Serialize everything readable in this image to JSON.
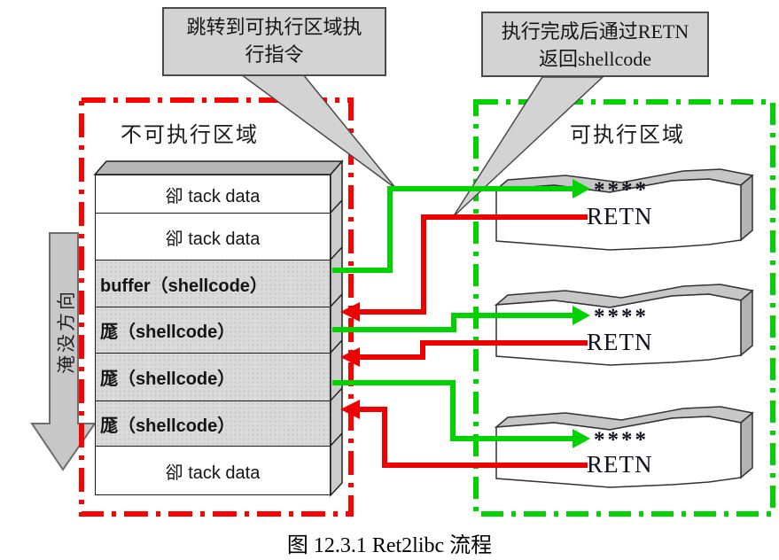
{
  "callouts": [
    {
      "line1": "跳转到可执行区域执",
      "line2": "行指令"
    },
    {
      "line1": "执行完成后通过RETN",
      "line2": "返回shellcode"
    }
  ],
  "regions": {
    "non_executable": {
      "label": "不可执行区域"
    },
    "executable": {
      "label": "可执行区域"
    }
  },
  "stack": {
    "rows": [
      {
        "label": "卻 tack data",
        "type": "data"
      },
      {
        "label": "卻 tack data",
        "type": "data"
      },
      {
        "label": "buffer（shellcode）",
        "type": "shellcode"
      },
      {
        "label": "厖（shellcode）",
        "type": "shellcode"
      },
      {
        "label": "厖（shellcode）",
        "type": "shellcode"
      },
      {
        "label": "厖（shellcode）",
        "type": "shellcode"
      },
      {
        "label": "卻 tack data",
        "type": "data"
      }
    ]
  },
  "overflow_arrow": {
    "label": "淹没方向"
  },
  "code_blocks": [
    {
      "stars": "****",
      "ret": "RETN"
    },
    {
      "stars": "****",
      "ret": "RETN"
    },
    {
      "stars": "****",
      "ret": "RETN"
    }
  ],
  "caption": "图 12.3.1  Ret2libc  流程",
  "colors": {
    "red": "#ff0000",
    "green": "#00d300",
    "callout_gray": "#d3d3d3",
    "block_gray": "#dadada"
  }
}
